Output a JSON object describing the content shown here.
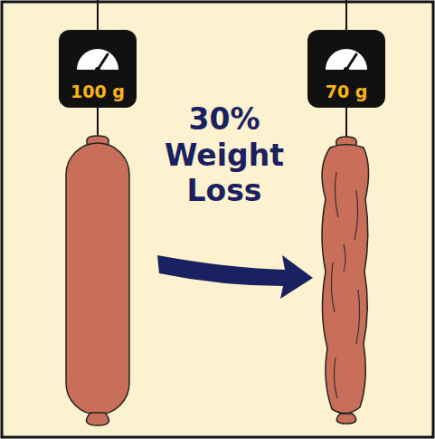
{
  "diagram": {
    "nodes": [
      {
        "text": [
          "100 g"
        ]
      },
      {
        "text": [
          "70 g"
        ]
      }
    ],
    "labels": [
      "30% Weight Loss"
    ]
  }
}
